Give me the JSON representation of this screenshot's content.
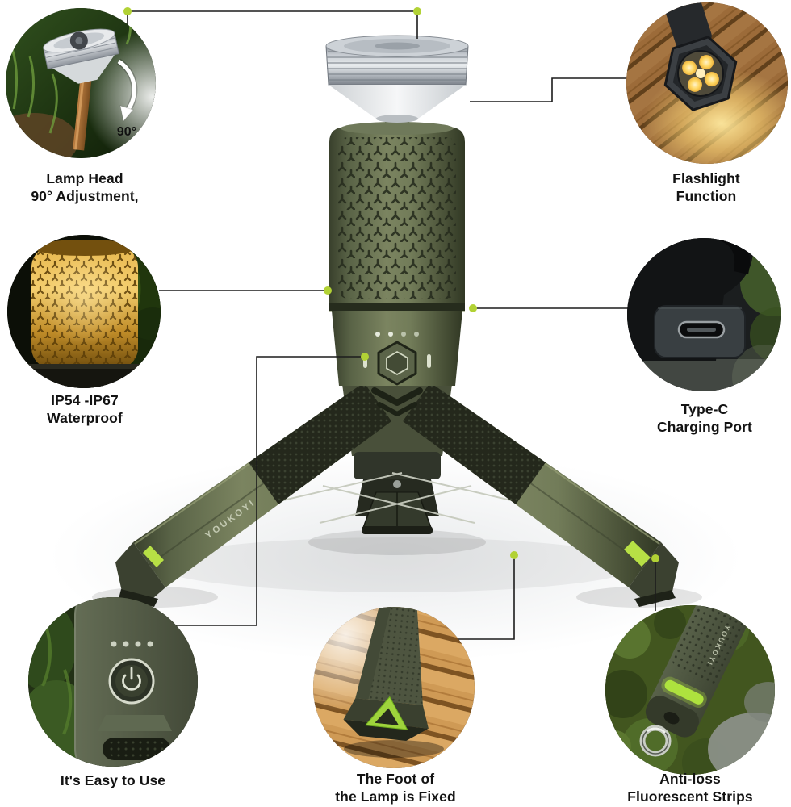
{
  "product": {
    "brand": "YOUKOYI"
  },
  "colors": {
    "accent_dot": "#b2d235",
    "fluorescent_strip": "#b7e045",
    "body_olive": "#5c664a",
    "metal": "#c9ced4",
    "connector_line": "#1c1c1c"
  },
  "callouts": {
    "lamp_head": {
      "label": "Lamp Head\n90° Adjustment,",
      "annotation": "90°"
    },
    "flashlight": {
      "label": "Flashlight\nFunction"
    },
    "waterproof": {
      "label": "IP54 -IP67\nWaterproof"
    },
    "type_c": {
      "label": "Type-C\nCharging Port"
    },
    "easy_use": {
      "label": "It's Easy to Use"
    },
    "foot_fixed": {
      "label": "The Foot of\nthe Lamp is Fixed"
    },
    "fluorescent": {
      "label": "Anti-loss\nFluorescent Strips"
    }
  }
}
